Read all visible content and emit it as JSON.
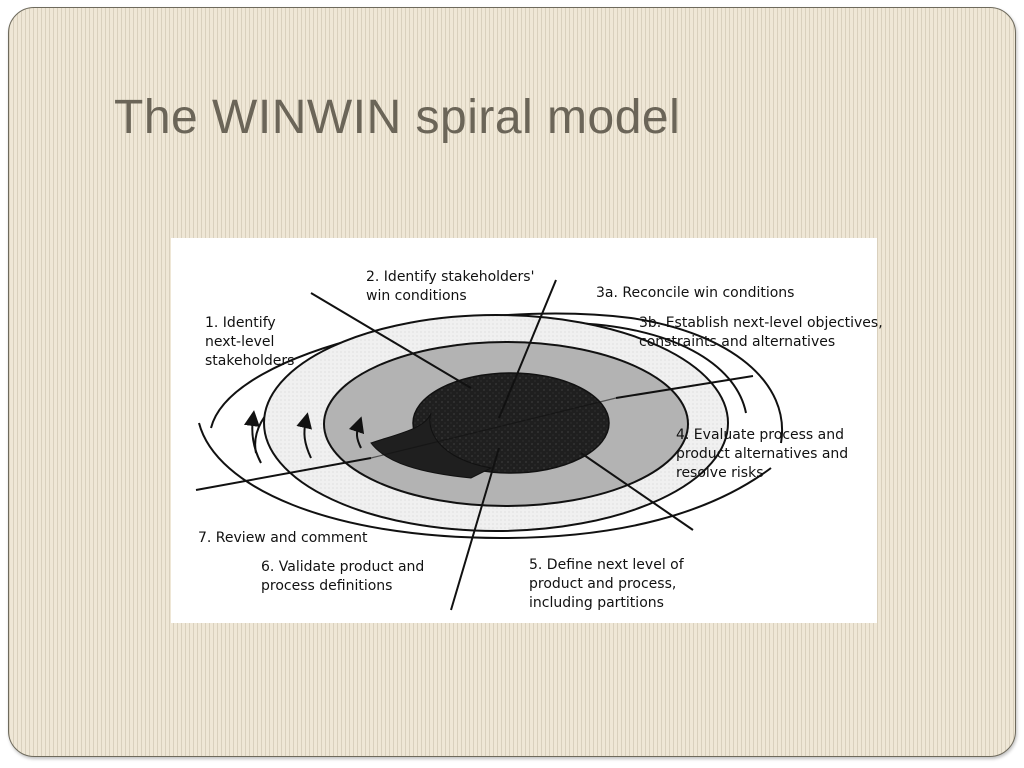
{
  "slide": {
    "title": "The WINWIN spiral model"
  },
  "diagram": {
    "labels": {
      "step1_line1": "1. Identify",
      "step1_line2": "next-level",
      "step1_line3": "stakeholders",
      "step2_line1": "2. Identify stakeholders'",
      "step2_line2": "win conditions",
      "step3a": "3a. Reconcile win conditions",
      "step3b_line1": "3b. Establish next-level objectives,",
      "step3b_line2": "constraints and alternatives",
      "step4_line1": "4. Evaluate process and",
      "step4_line2": "product alternatives and",
      "step4_line3": "resolve risks",
      "step5_line1": "5. Define next level of",
      "step5_line2": "product and process,",
      "step5_line3": "including partitions",
      "step6_line1": "6. Validate product and",
      "step6_line2": "process definitions",
      "step7": "7. Review and comment"
    }
  }
}
